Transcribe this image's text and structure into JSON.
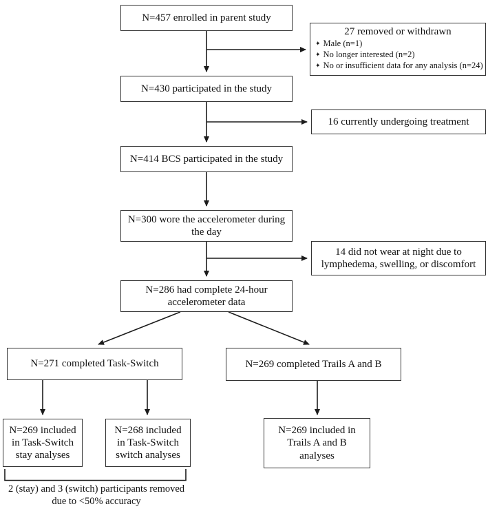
{
  "figure": {
    "boxes": {
      "enrolled": "N=457 enrolled in parent study",
      "participated": "N=430 participated in the study",
      "bcs_participated": "N=414 BCS participated in the study",
      "wore_day": "N=300 wore the accelerometer during the day",
      "complete_24h": "N=286 had complete 24-hour accelerometer data",
      "task_switch": "N=271 completed Task-Switch",
      "trails": "N=269 completed Trails A and B",
      "ts_stay": "N=269 included in Task-Switch stay analyses",
      "ts_switch": "N=268 included in Task-Switch switch analyses",
      "trails_analyses": "N=269 included in Trails A and B analyses"
    },
    "exclusions": {
      "removed": {
        "title": "27 removed or withdrawn",
        "bullet_glyph": "✦",
        "bullets": [
          "Male (n=1)",
          "No longer interested (n=2)",
          "No or insufficient data for any analysis (n=24)"
        ]
      },
      "treatment": "16 currently undergoing treatment",
      "no_night_wear": "14 did not wear at night due to lymphedema, swelling, or discomfort"
    },
    "footnote": "2 (stay) and 3 (switch) participants removed due to <50% accuracy",
    "line_color": "#1c1c1c"
  }
}
